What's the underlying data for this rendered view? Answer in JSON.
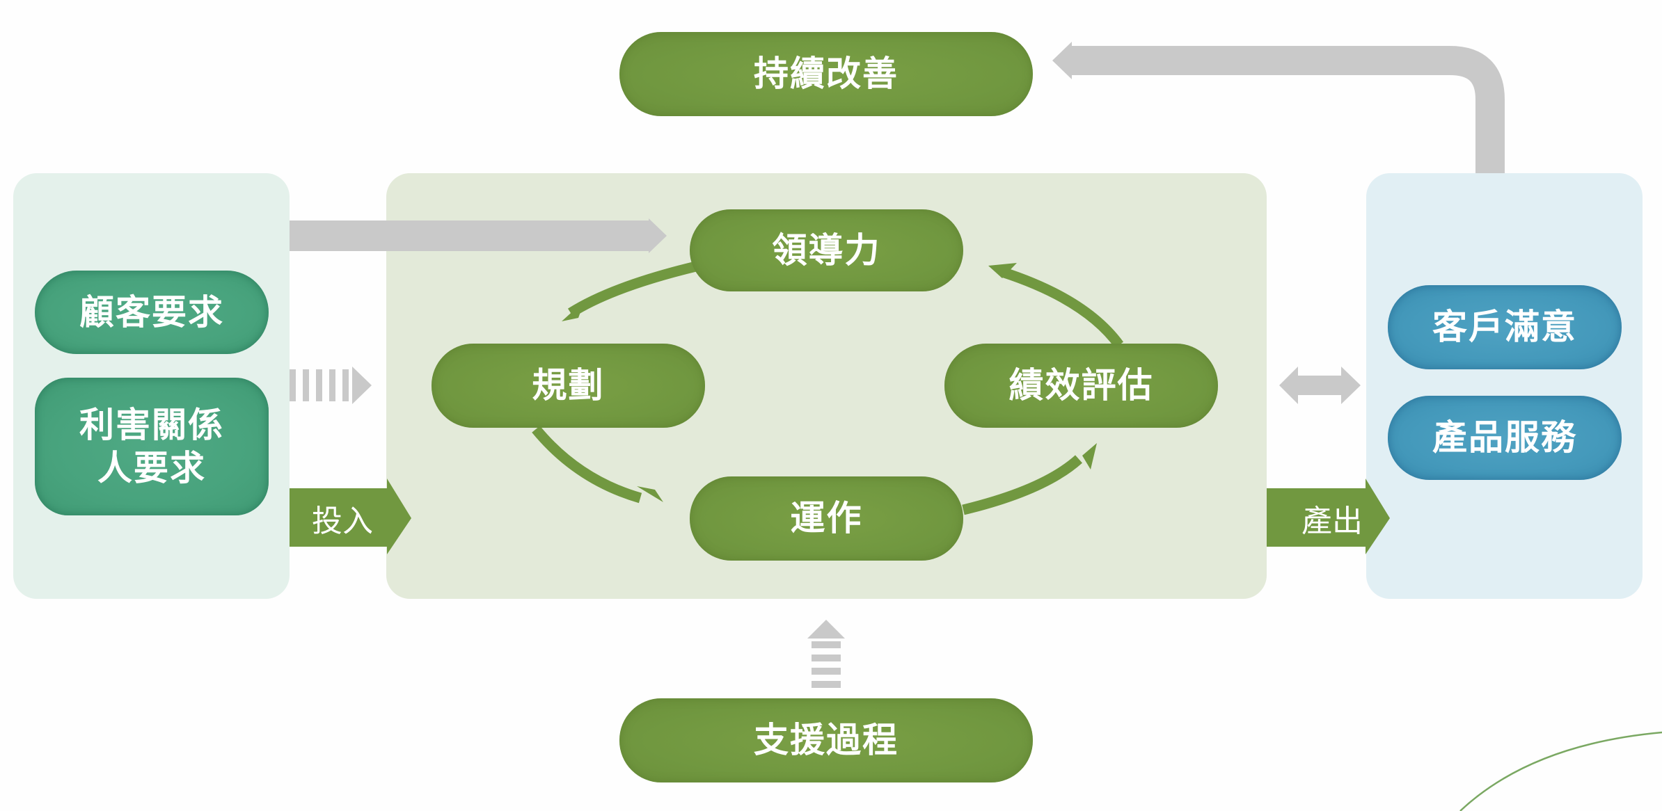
{
  "nodes": {
    "continuous_improvement": "持續改善",
    "leadership": "領導力",
    "planning": "規劃",
    "performance_evaluation": "績效評估",
    "operation": "運作",
    "support_process": "支援過程",
    "customer_requirements": "顧客要求",
    "stakeholder_requirements": "利害關係\n人要求",
    "customer_satisfaction": "客戶滿意",
    "products_services": "產品服務"
  },
  "arrows": {
    "input_label": "投入",
    "output_label": "產出"
  },
  "colors": {
    "green": "#719840",
    "teal": "#48a37d",
    "blue": "#4499bb",
    "gray_arrow": "#c9c9c9",
    "panel_left": "#e4f1eb",
    "panel_center": "#e3ead9",
    "panel_right": "#e1eff4"
  }
}
